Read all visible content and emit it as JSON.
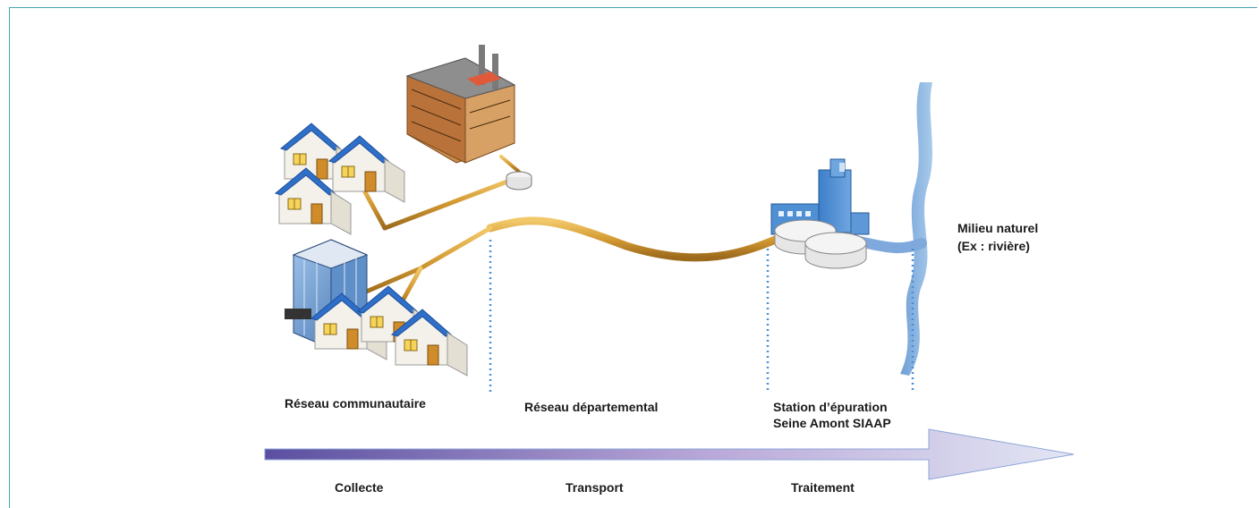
{
  "labels": {
    "reseau_communautaire": "Réseau communautaire",
    "reseau_departemental": "Réseau départemental",
    "station_line1": "Station d’épuration",
    "station_line2": "Seine Amont SIAAP",
    "milieu_line1": "Milieu naturel",
    "milieu_line2": "(Ex : rivière)"
  },
  "phases": {
    "collecte": "Collecte",
    "transport": "Transport",
    "traitement": "Traitement"
  },
  "colors": {
    "pipe": "#d9a441",
    "pipe_dark": "#b98025",
    "river": "#8fb8e0",
    "divider": "#4a90d9",
    "arrow_start": "#5b4fa0",
    "arrow_end": "#dfe3f2",
    "roof": "#2f6fc8",
    "wall": "#f4f1ea"
  },
  "icons": [
    "house-icon",
    "factory-icon",
    "office-building-icon",
    "treatment-plant-icon",
    "river-icon",
    "manhole-icon"
  ]
}
